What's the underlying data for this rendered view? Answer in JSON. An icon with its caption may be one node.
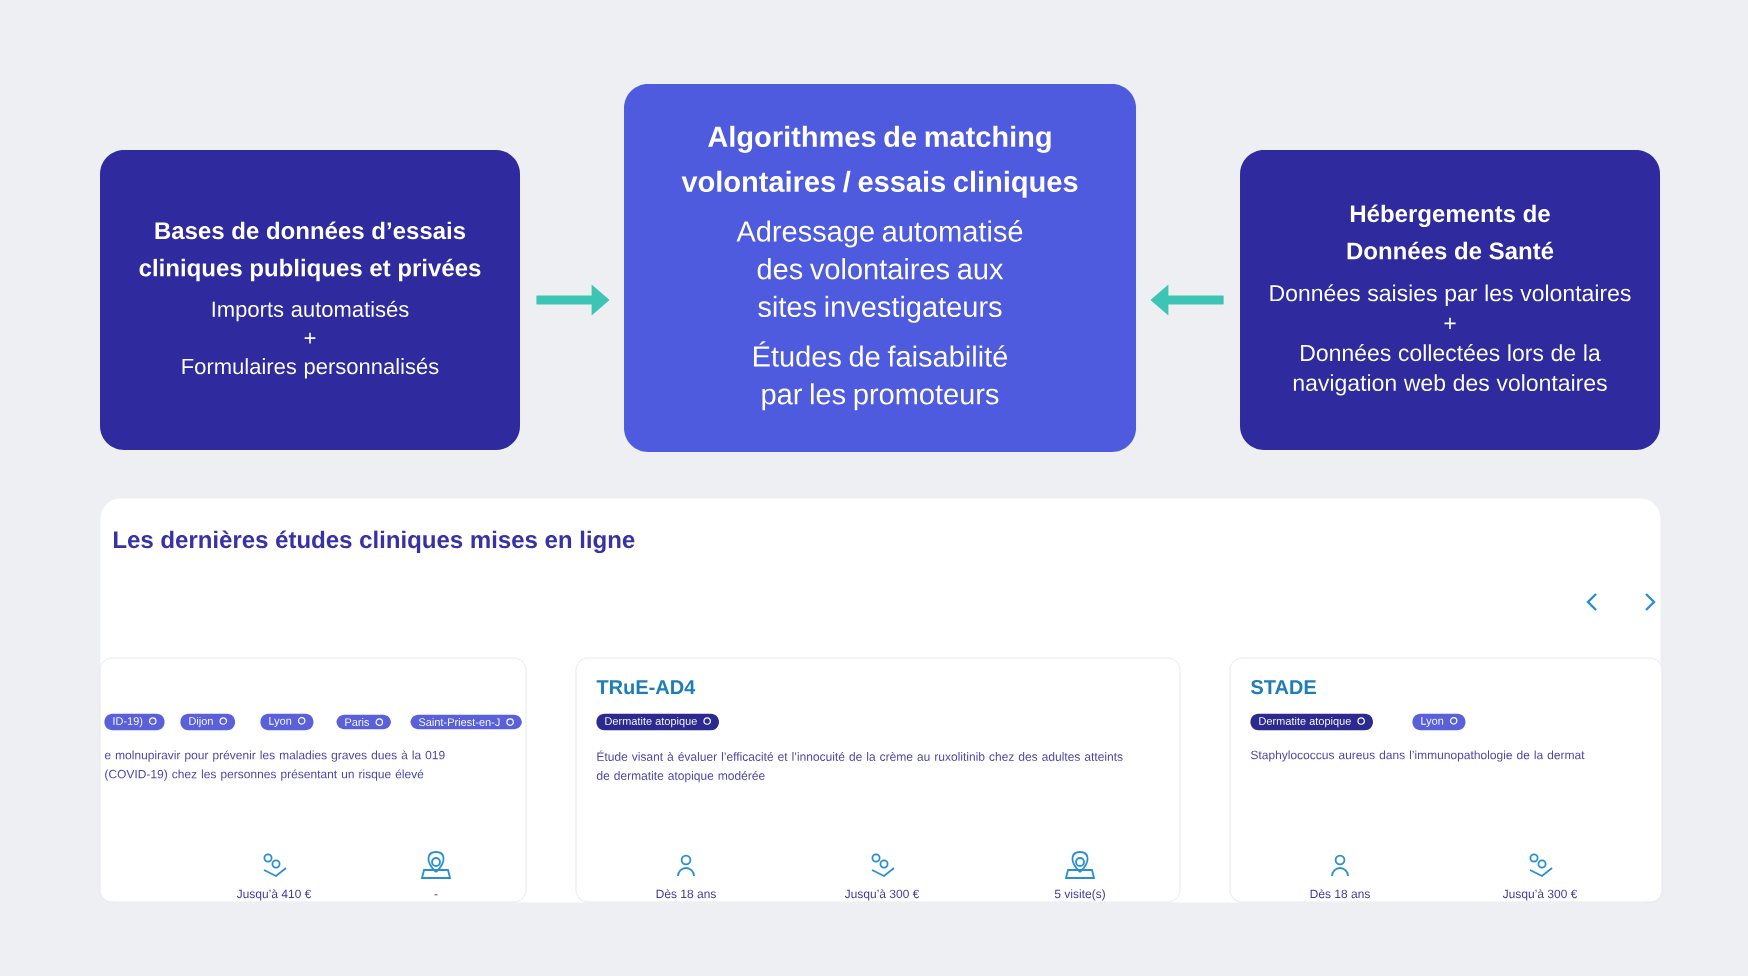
{
  "diagram": {
    "nodes": [
      {
        "text": [
          "Bases de données d’essais cliniques publiques et privées",
          "Imports automatisés",
          "+",
          "Formulaires personnalisés"
        ]
      },
      {
        "text": [
          "Algorithmes de matching volontaires / essais cliniques",
          "Adressage automatisé des volontaires aux sites investigateurs",
          "Études de faisabilité par les promoteurs"
        ]
      },
      {
        "text": [
          "Hébergements de Données de Santé",
          "Données saisies par les volontaires",
          "+",
          "Données collectées lors de la navigation web des volontaires"
        ]
      },
      {
        "text": [
          "Les dernières études cliniques mises en ligne"
        ]
      },
      {
        "text": [
          "ID-19)",
          "Dijon",
          "Lyon",
          "Paris",
          "Saint-Priest-en-J",
          "e molnupiravir pour prévenir les maladies graves dues à la 019 (COVID-19) chez les personnes présentant un risque élevé",
          "Jusqu’à 410 €",
          "-"
        ],
        "in": 3
      },
      {
        "text": [
          "TRuE-AD4",
          "Dermatite atopique",
          "Étude visant à évaluer l’efficacité et l’innocuité de la crème au ruxolitinib chez des adultes atteints de dermatite atopique modérée",
          "Dès 18 ans",
          "Jusqu’à 300 €",
          "5 visite(s)"
        ],
        "in": 3
      },
      {
        "text": [
          "STADE",
          "Dermatite atopique",
          "Lyon",
          "Staphylococcus aureus dans l’immunopathologie de la dermat",
          "Dès 18 ans",
          "Jusqu’à 300 €"
        ],
        "in": 3
      }
    ],
    "edges": [
      {
        "from": 0,
        "to": 1,
        "arrow": "to"
      },
      {
        "from": 2,
        "to": 1,
        "arrow": "to"
      }
    ]
  }
}
